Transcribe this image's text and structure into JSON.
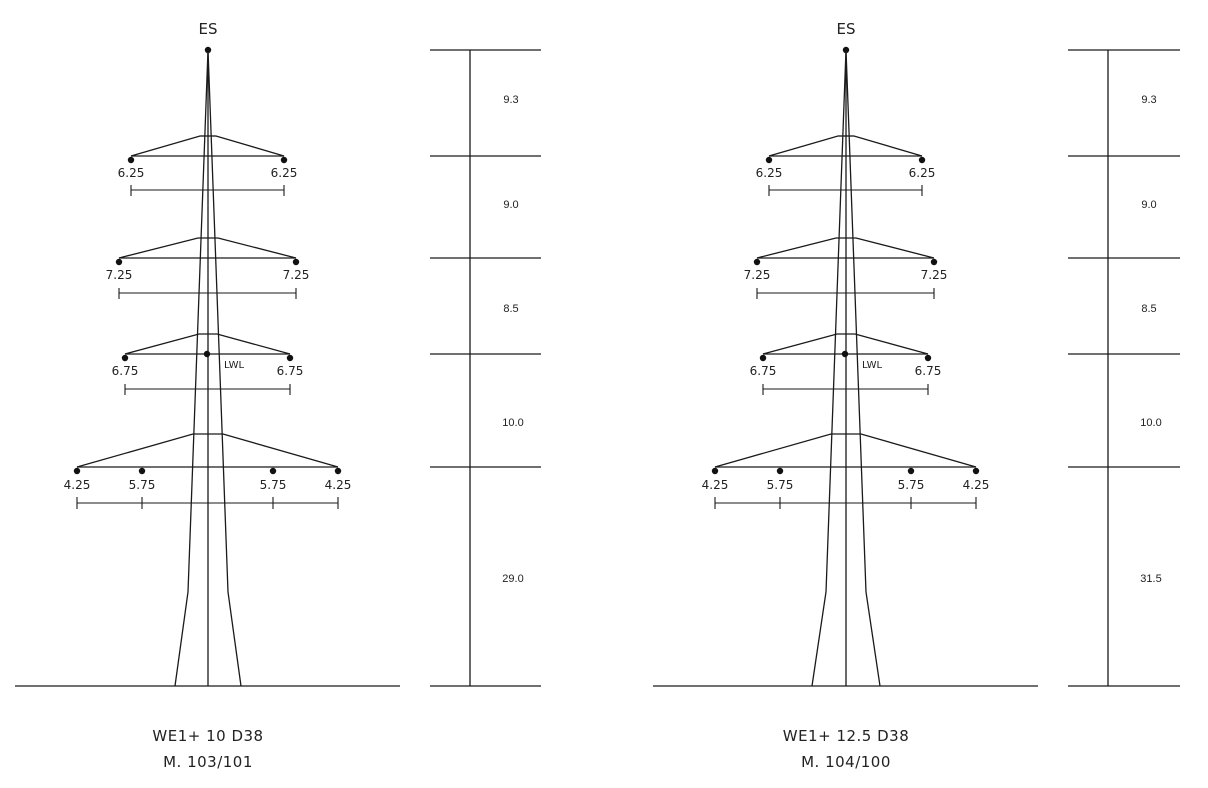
{
  "towers": [
    {
      "top_label": "ES",
      "lwl_label": "LWL",
      "arm1": {
        "left": "6.25",
        "right": "6.25"
      },
      "arm2": {
        "left": "7.25",
        "right": "7.25"
      },
      "arm3": {
        "left": "6.75",
        "right": "6.75"
      },
      "arm4": {
        "outer_left": "4.25",
        "inner_left": "5.75",
        "inner_right": "5.75",
        "outer_right": "4.25"
      },
      "heights": [
        "9.3",
        "9.0",
        "8.5",
        "10.0",
        "29.0"
      ],
      "title_line1": "WE1+ 10 D38",
      "title_line2": "M. 103/101"
    },
    {
      "top_label": "ES",
      "lwl_label": "LWL",
      "arm1": {
        "left": "6.25",
        "right": "6.25"
      },
      "arm2": {
        "left": "7.25",
        "right": "7.25"
      },
      "arm3": {
        "left": "6.75",
        "right": "6.75"
      },
      "arm4": {
        "outer_left": "4.25",
        "inner_left": "5.75",
        "inner_right": "5.75",
        "outer_right": "4.25"
      },
      "heights": [
        "9.3",
        "9.0",
        "8.5",
        "10.0",
        "31.5"
      ],
      "title_line1": "WE1+ 12.5 D38",
      "title_line2": "M. 104/100"
    }
  ]
}
